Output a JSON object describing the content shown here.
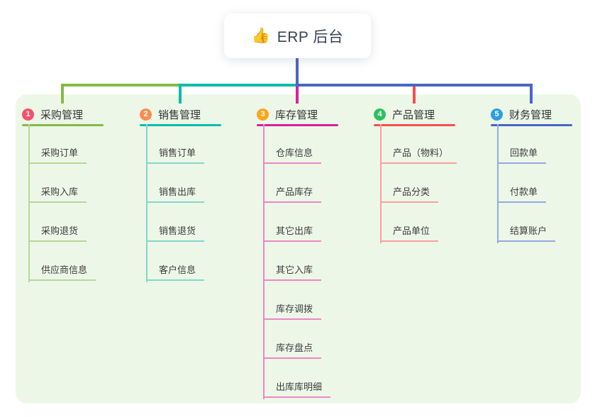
{
  "root": {
    "emoji": "👍",
    "title": "ERP 后台"
  },
  "colors": {
    "panel_bg": "#edf7e8",
    "root_line": "#4c66c6",
    "text_dark": "#3a4254",
    "node_text": "#333333"
  },
  "branches": [
    {
      "number": "1",
      "label": "采购管理",
      "circle_color": "#f8506b",
      "line_color": "#84bb44",
      "child_line_color": "#b5d79a",
      "children": [
        "采购订单",
        "采购入库",
        "采购退货",
        "供应商信息"
      ]
    },
    {
      "number": "2",
      "label": "销售管理",
      "circle_color": "#fb8d4d",
      "line_color": "#0bbcab",
      "child_line_color": "#83d7cc",
      "children": [
        "销售订单",
        "销售出库",
        "销售退货",
        "客户信息"
      ]
    },
    {
      "number": "3",
      "label": "库存管理",
      "circle_color": "#f8a71b",
      "line_color": "#d6219c",
      "child_line_color": "#ee86c6",
      "children": [
        "仓库信息",
        "产品库存",
        "其它出库",
        "其它入库",
        "库存调拨",
        "库存盘点",
        "出库库明细"
      ]
    },
    {
      "number": "4",
      "label": "产品管理",
      "circle_color": "#2ec05f",
      "line_color": "#f4504e",
      "child_line_color": "#f8a09e",
      "children": [
        "产品（物料）",
        "产品分类",
        "产品单位"
      ]
    },
    {
      "number": "5",
      "label": "财务管理",
      "circle_color": "#2b9fe3",
      "line_color": "#4866c6",
      "child_line_color": "#93a9e2",
      "children": [
        "回款单",
        "付款单",
        "结算账户"
      ]
    }
  ]
}
